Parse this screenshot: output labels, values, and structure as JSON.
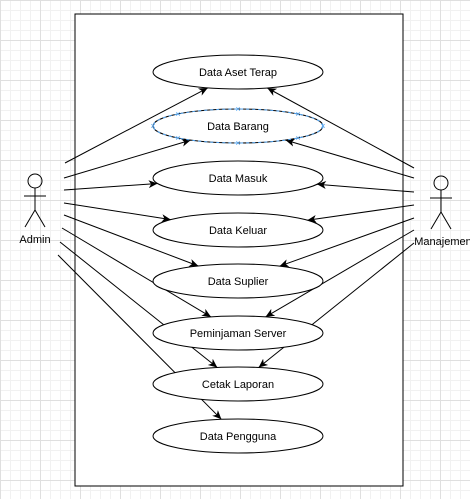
{
  "actors": [
    {
      "id": "admin",
      "label": "Admin"
    },
    {
      "id": "manager",
      "label": "Manajemen"
    }
  ],
  "use_cases": [
    {
      "id": "uc1",
      "label": "Data Aset Terap"
    },
    {
      "id": "uc2",
      "label": "Data Barang",
      "selected": true
    },
    {
      "id": "uc3",
      "label": "Data Masuk"
    },
    {
      "id": "uc4",
      "label": "Data Keluar"
    },
    {
      "id": "uc5",
      "label": "Data Suplier"
    },
    {
      "id": "uc6",
      "label": "Peminjaman Server"
    },
    {
      "id": "uc7",
      "label": "Cetak Laporan"
    },
    {
      "id": "uc8",
      "label": "Data Pengguna"
    }
  ],
  "associations": [
    {
      "from": "admin",
      "to": "uc1"
    },
    {
      "from": "admin",
      "to": "uc2"
    },
    {
      "from": "admin",
      "to": "uc3"
    },
    {
      "from": "admin",
      "to": "uc4"
    },
    {
      "from": "admin",
      "to": "uc5"
    },
    {
      "from": "admin",
      "to": "uc6"
    },
    {
      "from": "admin",
      "to": "uc7"
    },
    {
      "from": "admin",
      "to": "uc8"
    },
    {
      "from": "manager",
      "to": "uc1"
    },
    {
      "from": "manager",
      "to": "uc2"
    },
    {
      "from": "manager",
      "to": "uc3"
    },
    {
      "from": "manager",
      "to": "uc4"
    },
    {
      "from": "manager",
      "to": "uc5"
    },
    {
      "from": "manager",
      "to": "uc6"
    },
    {
      "from": "manager",
      "to": "uc7"
    }
  ],
  "colors": {
    "stroke": "#000000",
    "selection": "#55a8f5",
    "grid": "#dfdfdf"
  }
}
